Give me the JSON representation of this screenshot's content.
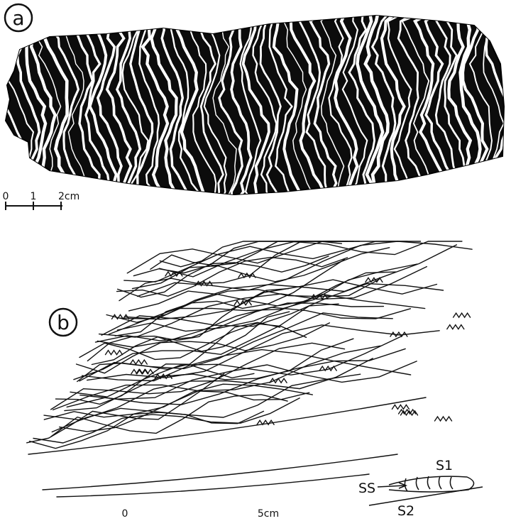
{
  "panel_a": {
    "label": "a",
    "scale_bar": {
      "ticks": [
        "0",
        "1",
        "2cm"
      ]
    }
  },
  "panel_b": {
    "label": "b",
    "scale_bar": {
      "ticks": [
        "0",
        "5cm"
      ]
    },
    "legend": {
      "s1": "S1",
      "s2": "S2",
      "ss": "SS"
    }
  }
}
